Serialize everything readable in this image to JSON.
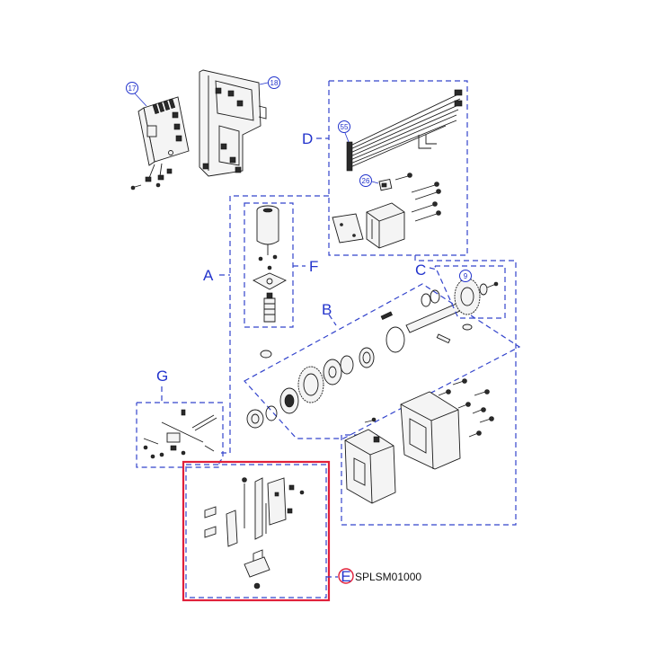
{
  "group_labels": {
    "A": "A",
    "B": "B",
    "C": "C",
    "D": "D",
    "E": "E",
    "F": "F",
    "G": "G"
  },
  "callouts": {
    "n17": "17",
    "n18": "18",
    "n55": "55",
    "n26": "26",
    "n9": "9"
  },
  "part_code": "SPLSM01000",
  "colors": {
    "label_blue": "#2233cc",
    "highlight_red": "#e0203a",
    "line": "#1a1a1a"
  }
}
